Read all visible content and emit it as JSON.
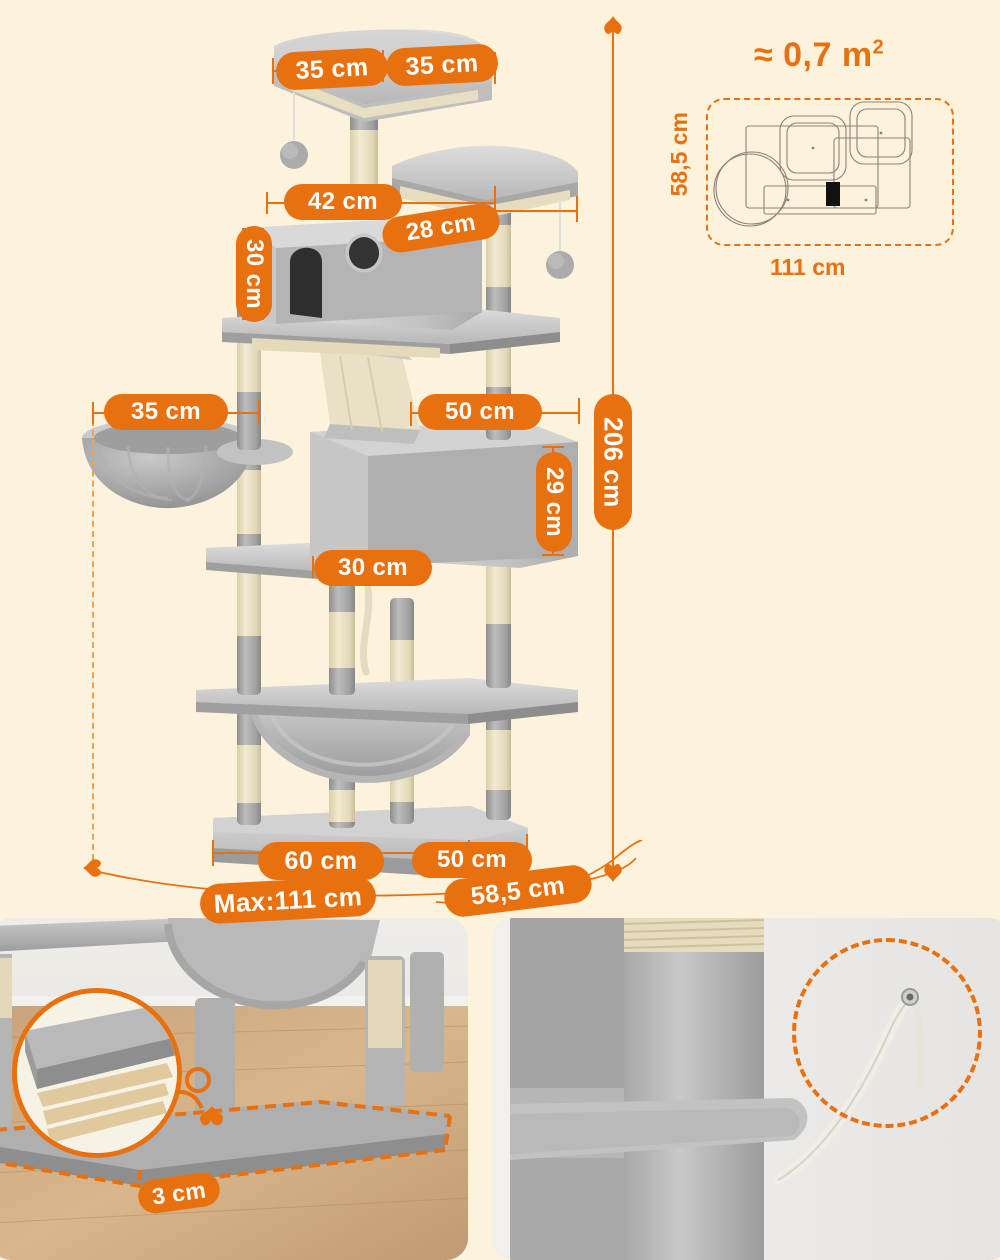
{
  "page": {
    "background_color": "#FDF2DC",
    "accent_color": "#E8700F",
    "accent_light": "#F0A150"
  },
  "footprint": {
    "area_label": "≈ 0,7 m",
    "area_exponent": "2",
    "width_label": "111 cm",
    "height_label": "58,5 cm"
  },
  "dimensions": {
    "top_perch_left": "35 cm",
    "top_perch_right": "35 cm",
    "condo_width": "42 cm",
    "condo_depth": "28 cm",
    "condo_height": "30 cm",
    "bowl_width": "35 cm",
    "big_perch_width": "50 cm",
    "big_perch_height": "29 cm",
    "big_perch_depth": "30 cm",
    "total_height": "206 cm",
    "base_width": "60 cm",
    "base_depth": "50 cm",
    "max_width": "Max:111 cm",
    "overall_depth": "58,5 cm"
  },
  "photos": {
    "left": {
      "caption": "3 cm",
      "description": "base-board-thickness-closeup"
    },
    "right": {
      "description": "anti-tip-wall-strap-closeup"
    }
  }
}
